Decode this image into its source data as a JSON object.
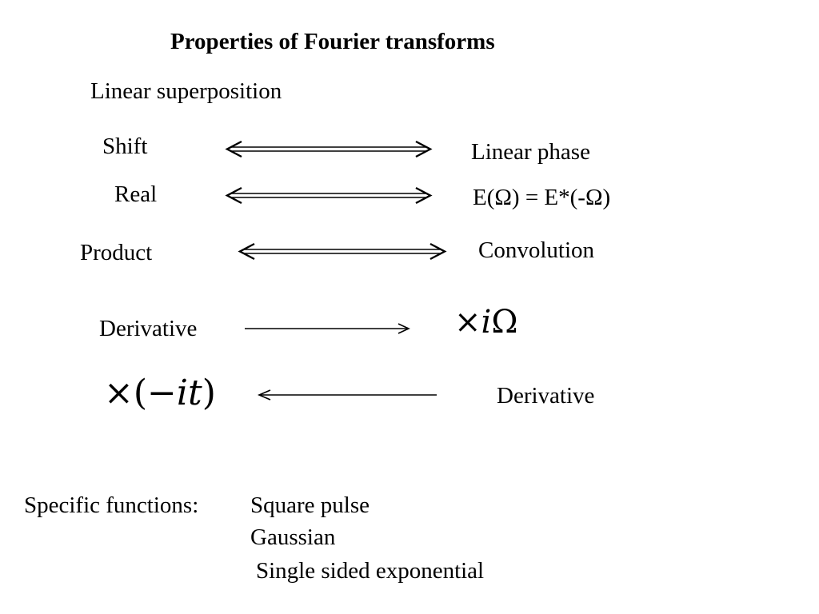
{
  "slide": {
    "title": "Properties of Fourier transforms",
    "subtitle": "Linear superposition",
    "pairs": [
      {
        "left": "Shift",
        "right": "Linear phase"
      },
      {
        "left": "Real",
        "right": "E(Ω) = E*(-Ω)"
      },
      {
        "left": "Product",
        "right": "Convolution"
      }
    ],
    "derivative_time": {
      "left": "Derivative",
      "right_times": "×",
      "right_i": "i",
      "right_omega": "Ω"
    },
    "derivative_freq": {
      "left_times": "×",
      "left_open": "(",
      "left_minus": "−",
      "left_i": "i",
      "left_t": "t",
      "left_close": ")",
      "right": "Derivative"
    },
    "specific": {
      "label": "Specific functions:",
      "items": [
        "Square pulse",
        "Gaussian",
        "Single sided exponential"
      ]
    }
  }
}
